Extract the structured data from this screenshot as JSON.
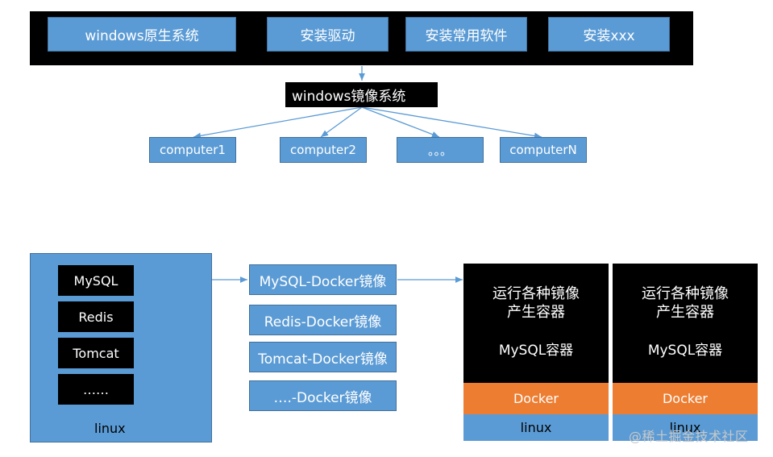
{
  "top": {
    "boxes": [
      "windows原生系统",
      "安装驱动",
      "安装常用软件",
      "安装xxx"
    ],
    "mirror": "windows镜像系统",
    "computers": [
      "computer1",
      "computer2",
      "。。。",
      "computerN"
    ]
  },
  "bottom": {
    "host_items": [
      "MySQL",
      "Redis",
      "Tomcat",
      "……"
    ],
    "host_label": "linux",
    "images": [
      "MySQL-Docker镜像",
      "Redis-Docker镜像",
      "Tomcat-Docker镜像",
      "….-Docker镜像"
    ],
    "containers": [
      {
        "line1": "运行各种镜像",
        "line2": "产生容器",
        "name": "MySQL容器",
        "engine": "Docker",
        "os": "linux"
      },
      {
        "line1": "运行各种镜像",
        "line2": "产生容器",
        "name": "MySQL容器",
        "engine": "Docker",
        "os": "linux"
      }
    ]
  },
  "watermark": "@稀土掘金技术社区",
  "colors": {
    "box_blue": "#5b9bd5",
    "docker_orange": "#ed7d31",
    "black": "#000000"
  }
}
